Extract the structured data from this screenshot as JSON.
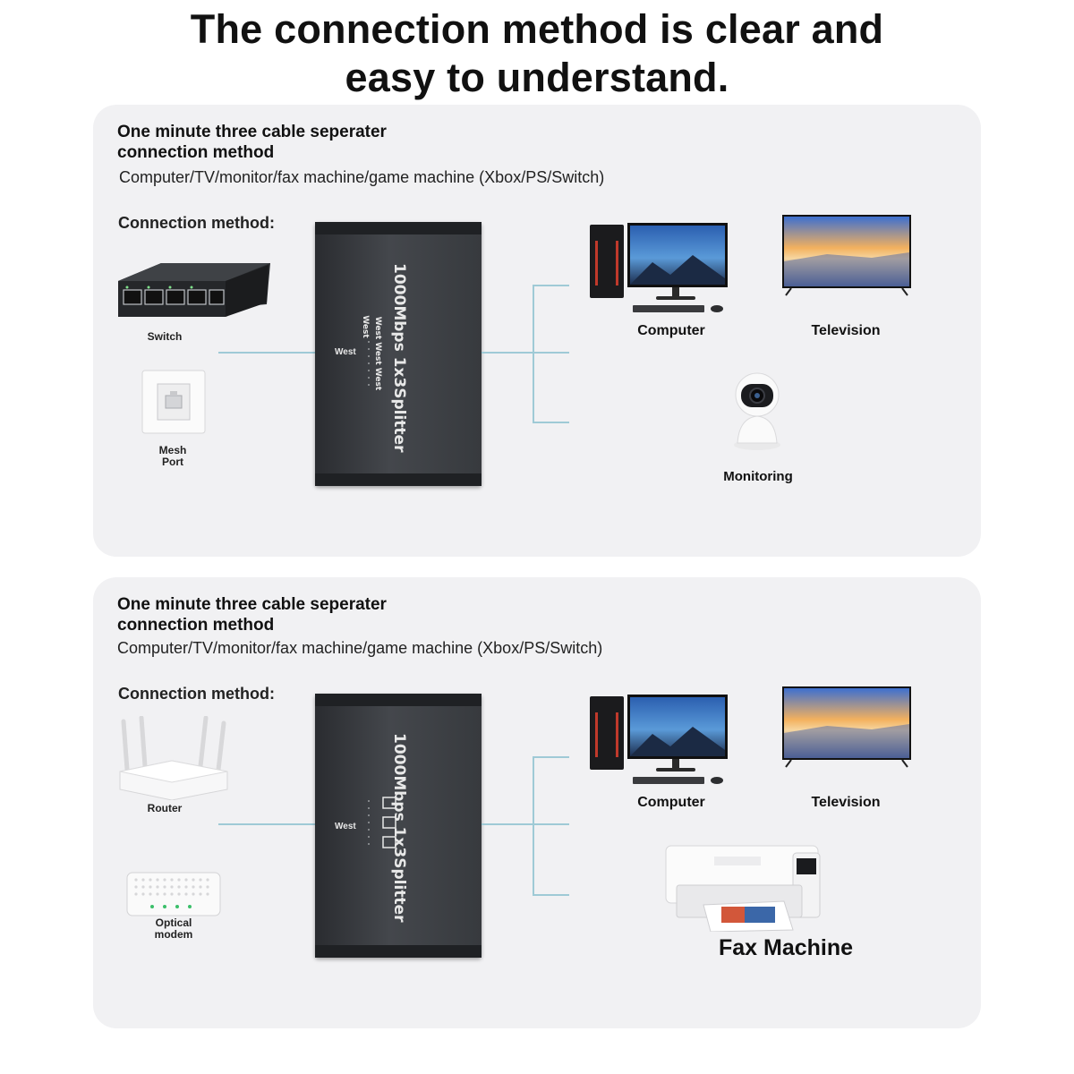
{
  "headline": {
    "line1": "The connection method is clear and",
    "line2": "easy to understand."
  },
  "panels": [
    {
      "title": "One minute three cable seperater connection method",
      "subtitle": "Computer/TV/monitor/fax machine/game machine (Xbox/PS/Switch)",
      "connection_label": "Connection method:",
      "splitter": {
        "model": "1000Mbps 1x3Splitter",
        "port_text": "West West West",
        "port_text2": "West",
        "input_label": "West"
      },
      "inputs": [
        {
          "label": "Switch",
          "icon": "network-switch-icon"
        },
        {
          "label": "Mesh Port",
          "icon": "wall-port-icon"
        }
      ],
      "outputs": [
        {
          "label": "Computer",
          "icon": "computer-icon"
        },
        {
          "label": "Television",
          "icon": "television-icon"
        },
        {
          "label": "Monitoring",
          "icon": "security-camera-icon"
        }
      ]
    },
    {
      "title": "One minute three cable seperater connection method",
      "subtitle": "Computer/TV/monitor/fax machine/game machine (Xbox/PS/Switch)",
      "connection_label": "Connection method:",
      "splitter": {
        "model": "1000Mbps 1x3Splitter",
        "input_label": "West"
      },
      "inputs": [
        {
          "label": "Router",
          "icon": "router-icon"
        },
        {
          "label": "Optical modem",
          "icon": "optical-modem-icon"
        }
      ],
      "outputs": [
        {
          "label": "Computer",
          "icon": "computer-icon"
        },
        {
          "label": "Television",
          "icon": "television-icon"
        },
        {
          "label": "Fax Machine",
          "icon": "printer-icon"
        }
      ]
    }
  ],
  "colors": {
    "panel_bg": "#f1f1f3",
    "line": "#9fcad6",
    "splitter": "#3a3d41"
  }
}
